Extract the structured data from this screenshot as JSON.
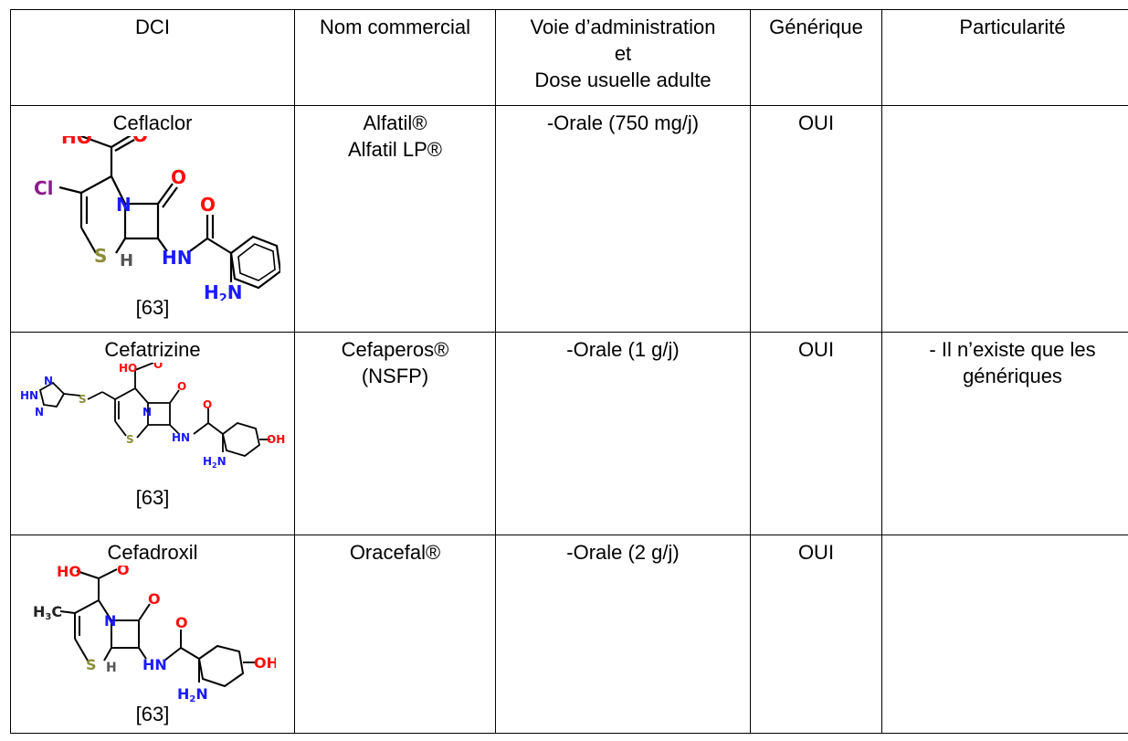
{
  "headers": {
    "dci": "DCI",
    "nom_commercial": "Nom commercial",
    "voie_line1": "Voie d’administration",
    "voie_line2": "et",
    "voie_line3": "Dose usuelle adulte",
    "generique": "Générique",
    "particularite": "Particularité"
  },
  "rows": [
    {
      "dci": "Ceflaclor",
      "ref": "[63]",
      "noms": [
        "Alfatil®",
        "Alfatil LP®"
      ],
      "voie": "-Orale (750 mg/j)",
      "generique": "OUI",
      "particularite": [
        "",
        ""
      ],
      "atoms": {
        "ho": "HO",
        "o1": "O",
        "o2": "O",
        "o3": "O",
        "cl": "Cl",
        "n": "N",
        "s": "S",
        "h": "H",
        "hn": "HN",
        "h2n": "H",
        "h2n_sub": "2",
        "h2n_n": "N"
      }
    },
    {
      "dci": "Cefatrizine",
      "ref": "[63]",
      "noms": [
        "Cefaperos®",
        "(NSFP)"
      ],
      "voie": "-Orale (1 g/j)",
      "generique": "OUI",
      "particularite": [
        "- Il n’existe que les",
        "génériques"
      ],
      "atoms": {
        "ho": "HO",
        "o1": "O",
        "o2": "O",
        "o3": "O",
        "n_tri": "N",
        "hn_tri": "HN",
        "n_tri2": "N",
        "s1": "S",
        "n": "N",
        "s": "S",
        "hn": "HN",
        "h2n": "H",
        "h2n_sub": "2",
        "h2n_n": "N",
        "oh": "OH"
      }
    },
    {
      "dci": "Cefadroxil",
      "ref": "[63]",
      "noms": [
        "Oracefal®",
        ""
      ],
      "voie": "-Orale (2 g/j)",
      "generique": "OUI",
      "particularite": [
        "",
        ""
      ],
      "atoms": {
        "ho": "HO",
        "o1": "O",
        "o2": "O",
        "o3": "O",
        "h3c": "H",
        "h3c_sub": "3",
        "h3c_c": "C",
        "n": "N",
        "s": "S",
        "h": "H",
        "hn": "HN",
        "h2n": "H",
        "h2n_sub": "2",
        "h2n_n": "N",
        "oh": "OH"
      }
    }
  ]
}
